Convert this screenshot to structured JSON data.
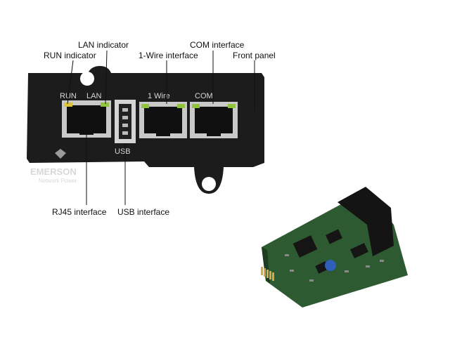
{
  "labels": {
    "lan_indicator": "LAN indicator",
    "run_indicator": "RUN indicator",
    "com_interface": "COM interface",
    "one_wire_interface": "1-Wire interface",
    "front_panel": "Front panel",
    "rj45_interface": "RJ45 interface",
    "usb_interface": "USB interface"
  },
  "panel": {
    "run_text": "RUN",
    "lan_text": "LAN",
    "onewire_text": "1 Wire",
    "com_text": "COM",
    "usb_text": "USB",
    "brand_text": "EMERSON",
    "brand_sub_text": "Network Power"
  },
  "colors": {
    "panel": "#1c1c1c",
    "led_yellow": "#d9c63a",
    "led_green": "#8fc43c",
    "board": "#2e5a32",
    "port_silver": "#c9c9c9"
  }
}
